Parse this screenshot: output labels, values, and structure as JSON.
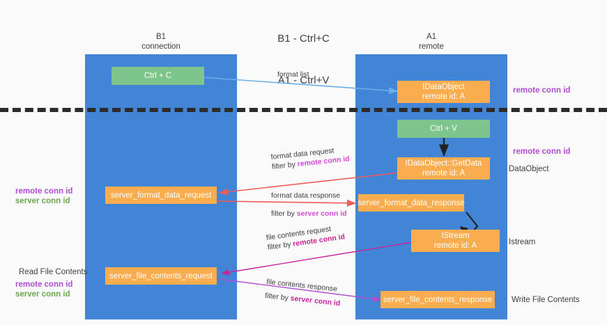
{
  "title": {
    "line1": "B1 - Ctrl+C",
    "line2": "A1 - Ctrl+V"
  },
  "columns": [
    {
      "name": "B1",
      "sub": "connection"
    },
    {
      "name": "A1",
      "sub": "remote"
    }
  ],
  "colors": {
    "lane": "#4285d6",
    "node_green": "#7dc58c",
    "node_orange": "#f9ad4e",
    "remote_conn_id": "#b24bd4",
    "server_conn_id": "#6aa84f",
    "divider": "#2b2b2b",
    "arrow_blue": "#6ab0e8",
    "arrow_red": "#ef5a5a",
    "arrow_black": "#222222",
    "arrow_magenta": "#c8249a",
    "arrow_purple": "#b24bd4"
  },
  "nodes": {
    "ctrl_c": {
      "line1": "Ctrl + C",
      "line2": ""
    },
    "idataobject": {
      "line1": "IDataObject",
      "line2": "remote id: A"
    },
    "ctrl_v": {
      "line1": "Ctrl + V",
      "line2": ""
    },
    "getdata": {
      "line1": "IDataObject::GetData",
      "line2": "remote id: A"
    },
    "server_format_data_request": {
      "line1": "server_format_data_request",
      "line2": ""
    },
    "server_format_data_response": {
      "line1": "server_format_data_response",
      "line2": ""
    },
    "istream": {
      "line1": "IStream",
      "line2": "remote id: A"
    },
    "server_file_contents_request": {
      "line1": "server_file_contents_request",
      "line2": ""
    },
    "server_file_contents_response": {
      "line1": "server_file_contents_response",
      "line2": ""
    }
  },
  "edge_labels": {
    "format_list": "format list",
    "format_data_request": "format data request",
    "format_data_request_filter_prefix": "filter by ",
    "format_data_request_filter_value": "remote conn id",
    "format_data_response": "format data response",
    "format_data_response_filter_prefix": "filter by ",
    "format_data_response_filter_value": "server conn id",
    "file_contents_request": "file contents request",
    "file_contents_request_filter_prefix": "filter by ",
    "file_contents_request_filter_value": "remote conn id",
    "file_contents_response": "file contents response",
    "file_contents_response_filter_prefix": "filter by ",
    "file_contents_response_filter_value": "server conn id"
  },
  "right_notes": {
    "remote_conn_id_top": "remote conn id",
    "remote_conn_id_mid": "remote conn id",
    "dataobject": "DataObject",
    "istream": "Istream",
    "write_file_contents": "Write File Contents"
  },
  "left_notes": {
    "format_remote_conn_id": "remote conn id",
    "format_server_conn_id": "server conn id",
    "read_file_contents": "Read File Contents",
    "file_remote_conn_id": "remote conn id",
    "file_server_conn_id": "server conn id"
  }
}
